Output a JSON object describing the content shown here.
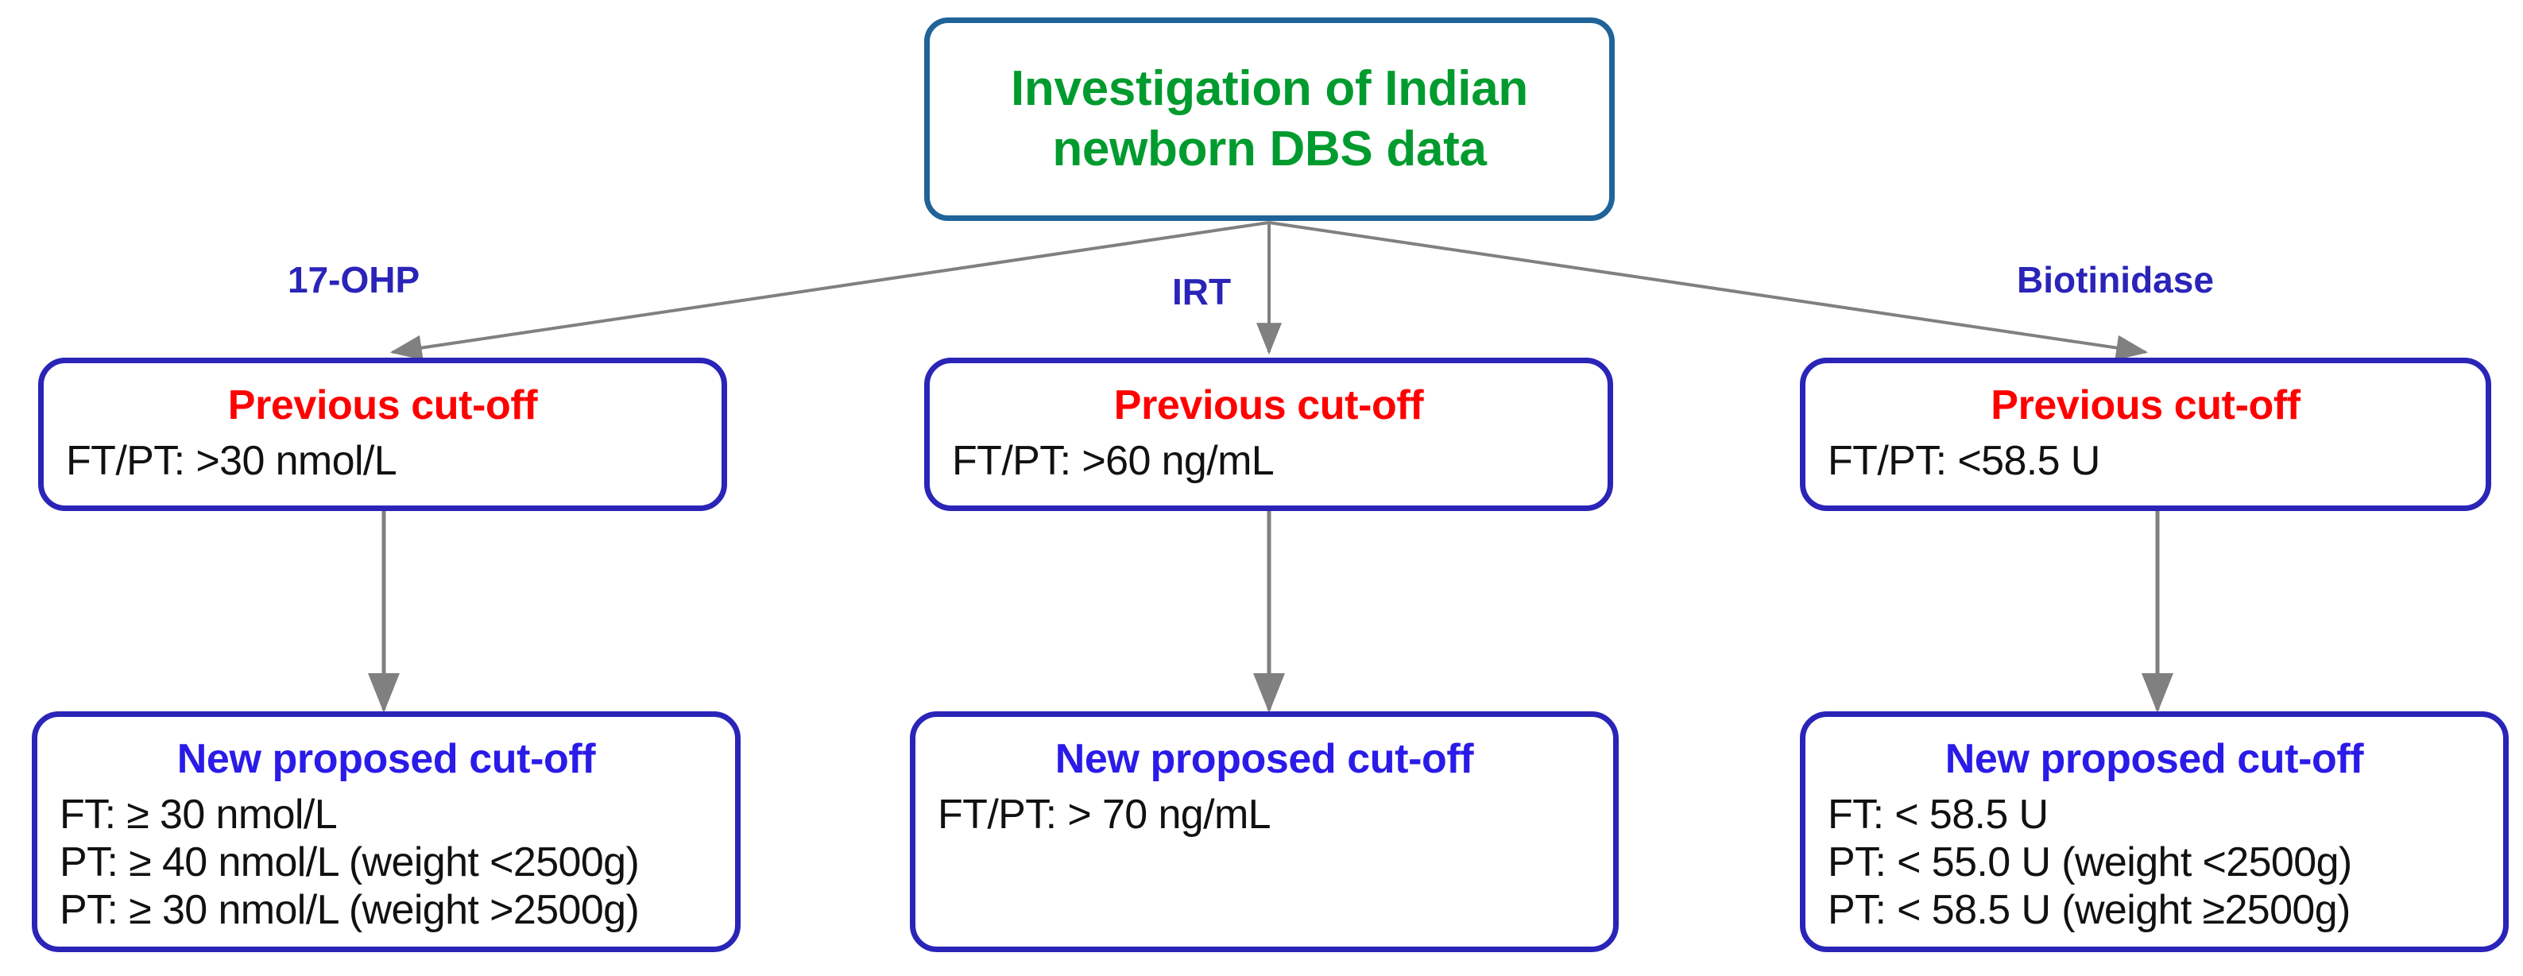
{
  "diagram": {
    "title": "Investigation of Indian newborn DBS data",
    "colors": {
      "root_border": "#1F6399",
      "root_text": "#009B2E",
      "box_border": "#2A24B8",
      "previous_heading": "#FF0000",
      "new_heading": "#2A1BE8",
      "body_text": "#111111",
      "connector": "#808080",
      "background": "#FFFFFF"
    }
  },
  "root": {
    "line1": "Investigation of Indian",
    "line2": "newborn DBS data"
  },
  "branches": [
    {
      "label": "17-OHP"
    },
    {
      "label": "IRT"
    },
    {
      "label": "Biotinidase"
    }
  ],
  "columns": [
    {
      "branch": "17-OHP",
      "previous": {
        "heading": "Previous cut-off",
        "lines": [
          "FT/PT: >30 nmol/L"
        ]
      },
      "proposed": {
        "heading": "New proposed cut-off",
        "lines": [
          "FT: ≥ 30 nmol/L",
          "PT: ≥ 40 nmol/L (weight <2500g)",
          "PT: ≥ 30 nmol/L (weight >2500g)"
        ]
      }
    },
    {
      "branch": "IRT",
      "previous": {
        "heading": "Previous cut-off",
        "lines": [
          "FT/PT: >60 ng/mL"
        ]
      },
      "proposed": {
        "heading": "New proposed cut-off",
        "lines": [
          "FT/PT: > 70 ng/mL"
        ]
      }
    },
    {
      "branch": "Biotinidase",
      "previous": {
        "heading": "Previous cut-off",
        "lines": [
          "FT/PT: <58.5 U"
        ]
      },
      "proposed": {
        "heading": "New proposed cut-off",
        "lines": [
          "FT: < 58.5 U",
          "PT: < 55.0 U (weight <2500g)",
          "PT: < 58.5 U (weight ≥2500g)"
        ]
      }
    }
  ]
}
